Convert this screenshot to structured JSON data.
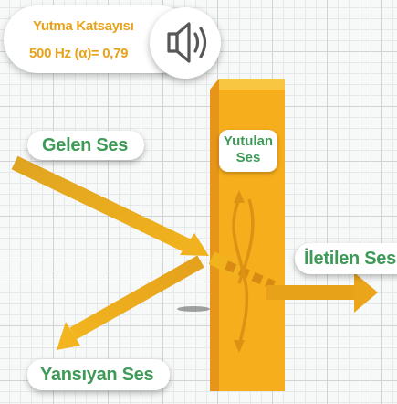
{
  "info": {
    "title": "Yutma Katsayısı",
    "value": "500 Hz (α)= 0,79"
  },
  "labels": {
    "incoming": "Gelen Ses",
    "reflected": "Yansıyan Ses",
    "transmitted": "İletilen Ses",
    "absorbed_line1": "Yutulan",
    "absorbed_line2": "Ses"
  },
  "icons": {
    "speaker": "speaker-icon"
  },
  "colors": {
    "wall": "#f5ad1a",
    "arrow": "#e8a21a",
    "label_green": "#3f9a58",
    "info_text": "#e8a21a"
  }
}
